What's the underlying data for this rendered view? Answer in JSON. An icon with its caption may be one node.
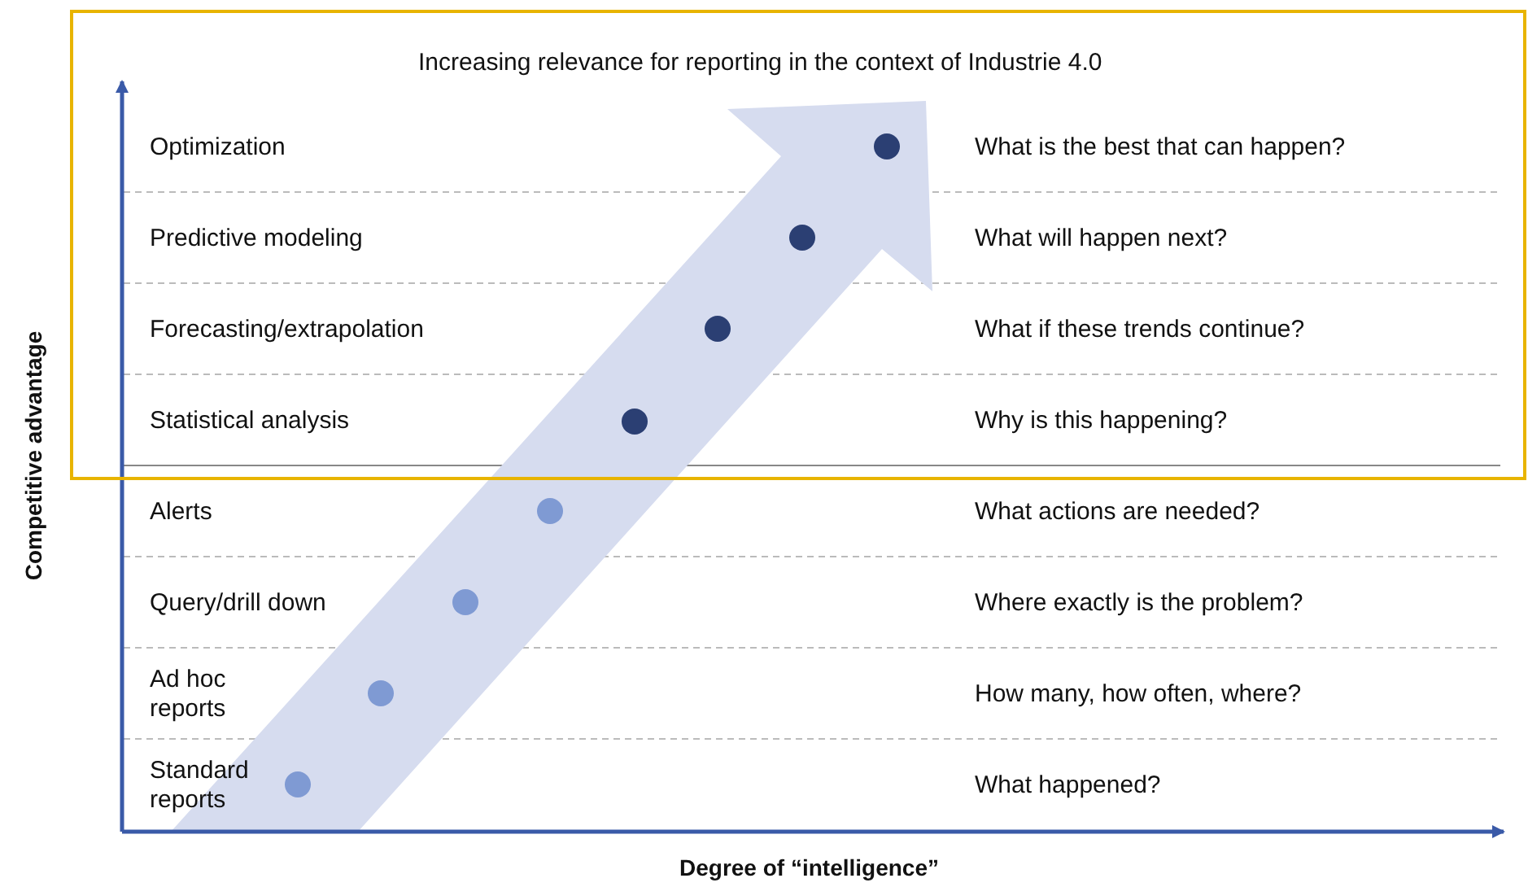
{
  "diagram": {
    "nodes": [
      {
        "text": [
          "Increasing relevance for reporting in the context of Industrie 4.0"
        ]
      }
    ],
    "labels": [
      "Optimization",
      "What is the best that can happen?",
      "Predictive modeling",
      "What will happen  next?",
      "Forecasting/extrapolation",
      "What if these trends continue?",
      "Statistical analysis",
      "Why is this happening?",
      "Alerts",
      "What actions are needed?",
      "Query/drill down",
      "Where exactly is the problem?",
      "Ad hoc reports",
      "How many, how often, where?",
      "Standard reports",
      "What happened?",
      "Competitive advantage",
      "Degree of “intelligence”"
    ]
  }
}
